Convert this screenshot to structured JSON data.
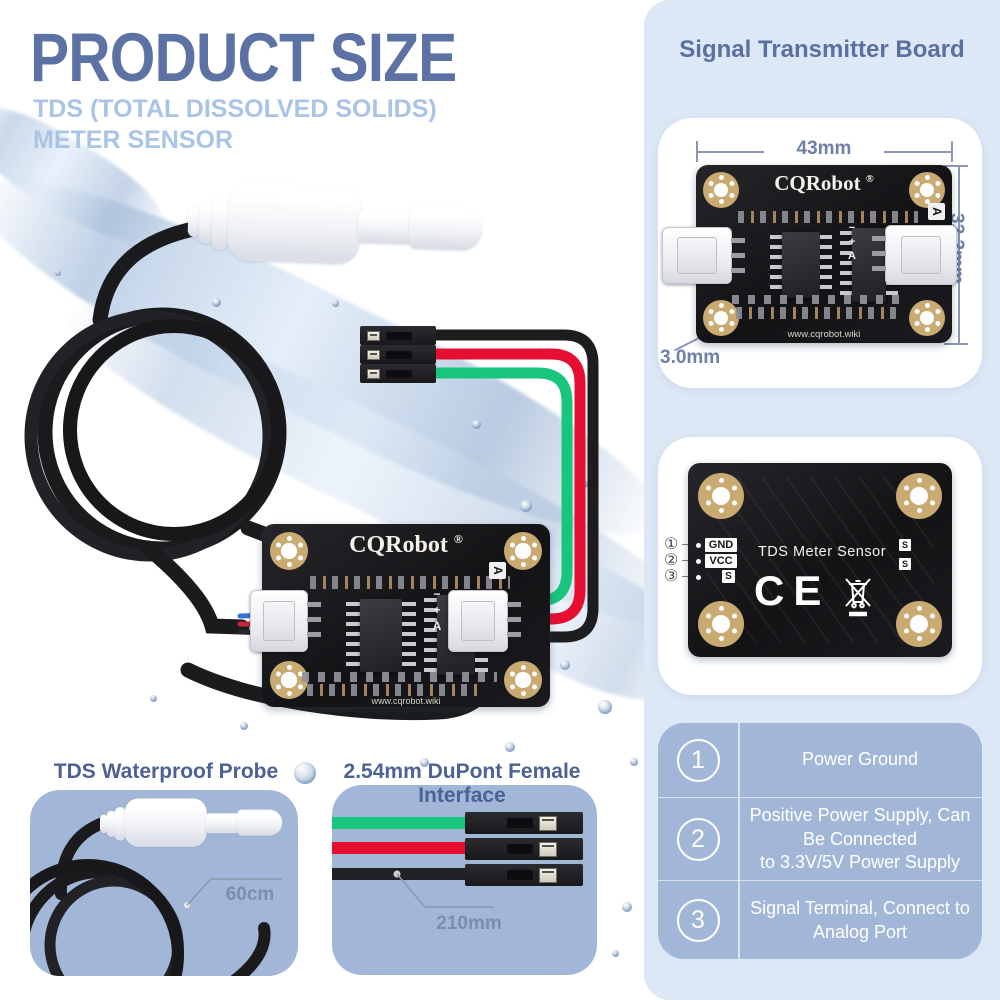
{
  "header": {
    "title": "PRODUCT SIZE",
    "subtitle": "TDS (TOTAL DISSOLVED SOLIDS)\nMETER SENSOR"
  },
  "right_column": {
    "heading": "Signal Transmitter Board",
    "front_panel": {
      "board": {
        "brand": "CQRobot",
        "reg": "®",
        "website": "www.cqrobot.wiki",
        "port_label": "A",
        "pin_marks": [
          "−",
          "+",
          "A"
        ]
      },
      "dims": {
        "width": "43mm",
        "height": "32.2mm",
        "hole": "3.0mm"
      }
    },
    "back_panel": {
      "board_title": "TDS Meter Sensor",
      "ce_mark": "CE",
      "pin_callouts": [
        {
          "num": "①"
        },
        {
          "num": "②"
        },
        {
          "num": "③"
        }
      ],
      "pad_labels": {
        "gnd": "GND",
        "vcc": "VCC",
        "s": "S"
      },
      "side_labels": [
        "S",
        "S"
      ]
    },
    "pin_table": {
      "rows": [
        {
          "num": "1",
          "desc": "Power Ground"
        },
        {
          "num": "2",
          "desc": "Positive Power Supply, Can\nBe Connected\nto 3.3V/5V Power Supply"
        },
        {
          "num": "3",
          "desc": "Signal Terminal, Connect to\nAnalog Port"
        }
      ]
    }
  },
  "main_image": {
    "board": {
      "brand": "CQRobot",
      "reg": "®",
      "website": "www.cqrobot.wiki",
      "port_label": "A",
      "pin_marks": [
        "−",
        "+",
        "A"
      ]
    }
  },
  "bottom_panels": {
    "probe": {
      "heading": "TDS Waterproof Probe",
      "dim": "60cm"
    },
    "dupont": {
      "heading": "2.54mm DuPont Female Interface",
      "dim": "210mm"
    }
  },
  "colors": {
    "title_blue": "#5d72a4",
    "subtitle_blue": "#a9c4e6",
    "column_bg": "#dde8f6",
    "panel_slate": "#a2b7d8",
    "wire_green": "#18c57c",
    "wire_red": "#e60f32",
    "pcb_black": "#1a1a1e",
    "pad_gold": "#c9ab72"
  }
}
